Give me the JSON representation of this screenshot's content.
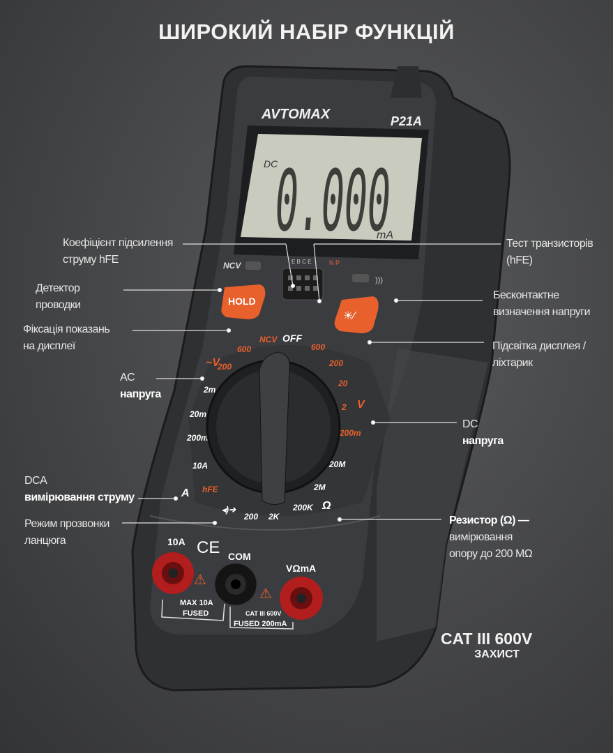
{
  "title": "ШИРОКИЙ НАБІР ФУНКЦІЙ",
  "device": {
    "brand": "AVTOMAX",
    "model": "P21A",
    "display": {
      "mode": "DC",
      "digits": "0.000",
      "unit": "mA"
    },
    "buttons": {
      "hold": "HOLD",
      "ncv": "NCV"
    },
    "socket_labels": "E B C E",
    "np": "N P",
    "dial": {
      "top": [
        "NCV",
        "OFF"
      ],
      "ac_volt": [
        "~V",
        "600",
        "200"
      ],
      "dc_volt": [
        "600",
        "200",
        "20",
        "2",
        "V"
      ],
      "current": [
        "2m",
        "20m",
        "200m",
        "10A",
        "A"
      ],
      "resistance": [
        "200m",
        "20M",
        "2M",
        "200K",
        "Ω",
        "2K",
        "200"
      ],
      "other": [
        "hFE"
      ]
    },
    "terminals": {
      "t10a": "10A",
      "com": "COM",
      "vma": "VΩmA",
      "ce": "CE",
      "fuse_left": [
        "MAX 10A",
        "FUSED"
      ],
      "fuse_right": [
        "CAT III 600V",
        "FUSED 200mA"
      ]
    }
  },
  "callouts": {
    "hfe_gain": [
      "Коефіцієнт підсилення",
      "струму hFE"
    ],
    "wire_detector": [
      "Детектор",
      "проводки"
    ],
    "hold": [
      "Фіксація показань",
      "на дисплеї"
    ],
    "ac_voltage": [
      "AC",
      "напруга"
    ],
    "dca": [
      "DCA",
      "вимірювання струму"
    ],
    "continuity": [
      "Режим прозвонки",
      "ланцюга"
    ],
    "transistor_test": [
      "Тест транзисторів",
      "(hFE)"
    ],
    "ncv": [
      "Бесконтактне",
      "визначення напруги"
    ],
    "backlight": [
      "Підсвітка дисплея /",
      "ліхтарик"
    ],
    "dc_voltage": [
      "DC",
      "напруга"
    ],
    "resistor": [
      "Резистор (Ω) —",
      "вимірювання",
      "опору до 200 MΩ"
    ]
  },
  "cat": {
    "rating": "CAT III 600V",
    "label": "ЗАХИСТ"
  },
  "colors": {
    "accent": "#e8602c",
    "body": "#3a3b3d",
    "lcd": "#c9cbbf"
  }
}
